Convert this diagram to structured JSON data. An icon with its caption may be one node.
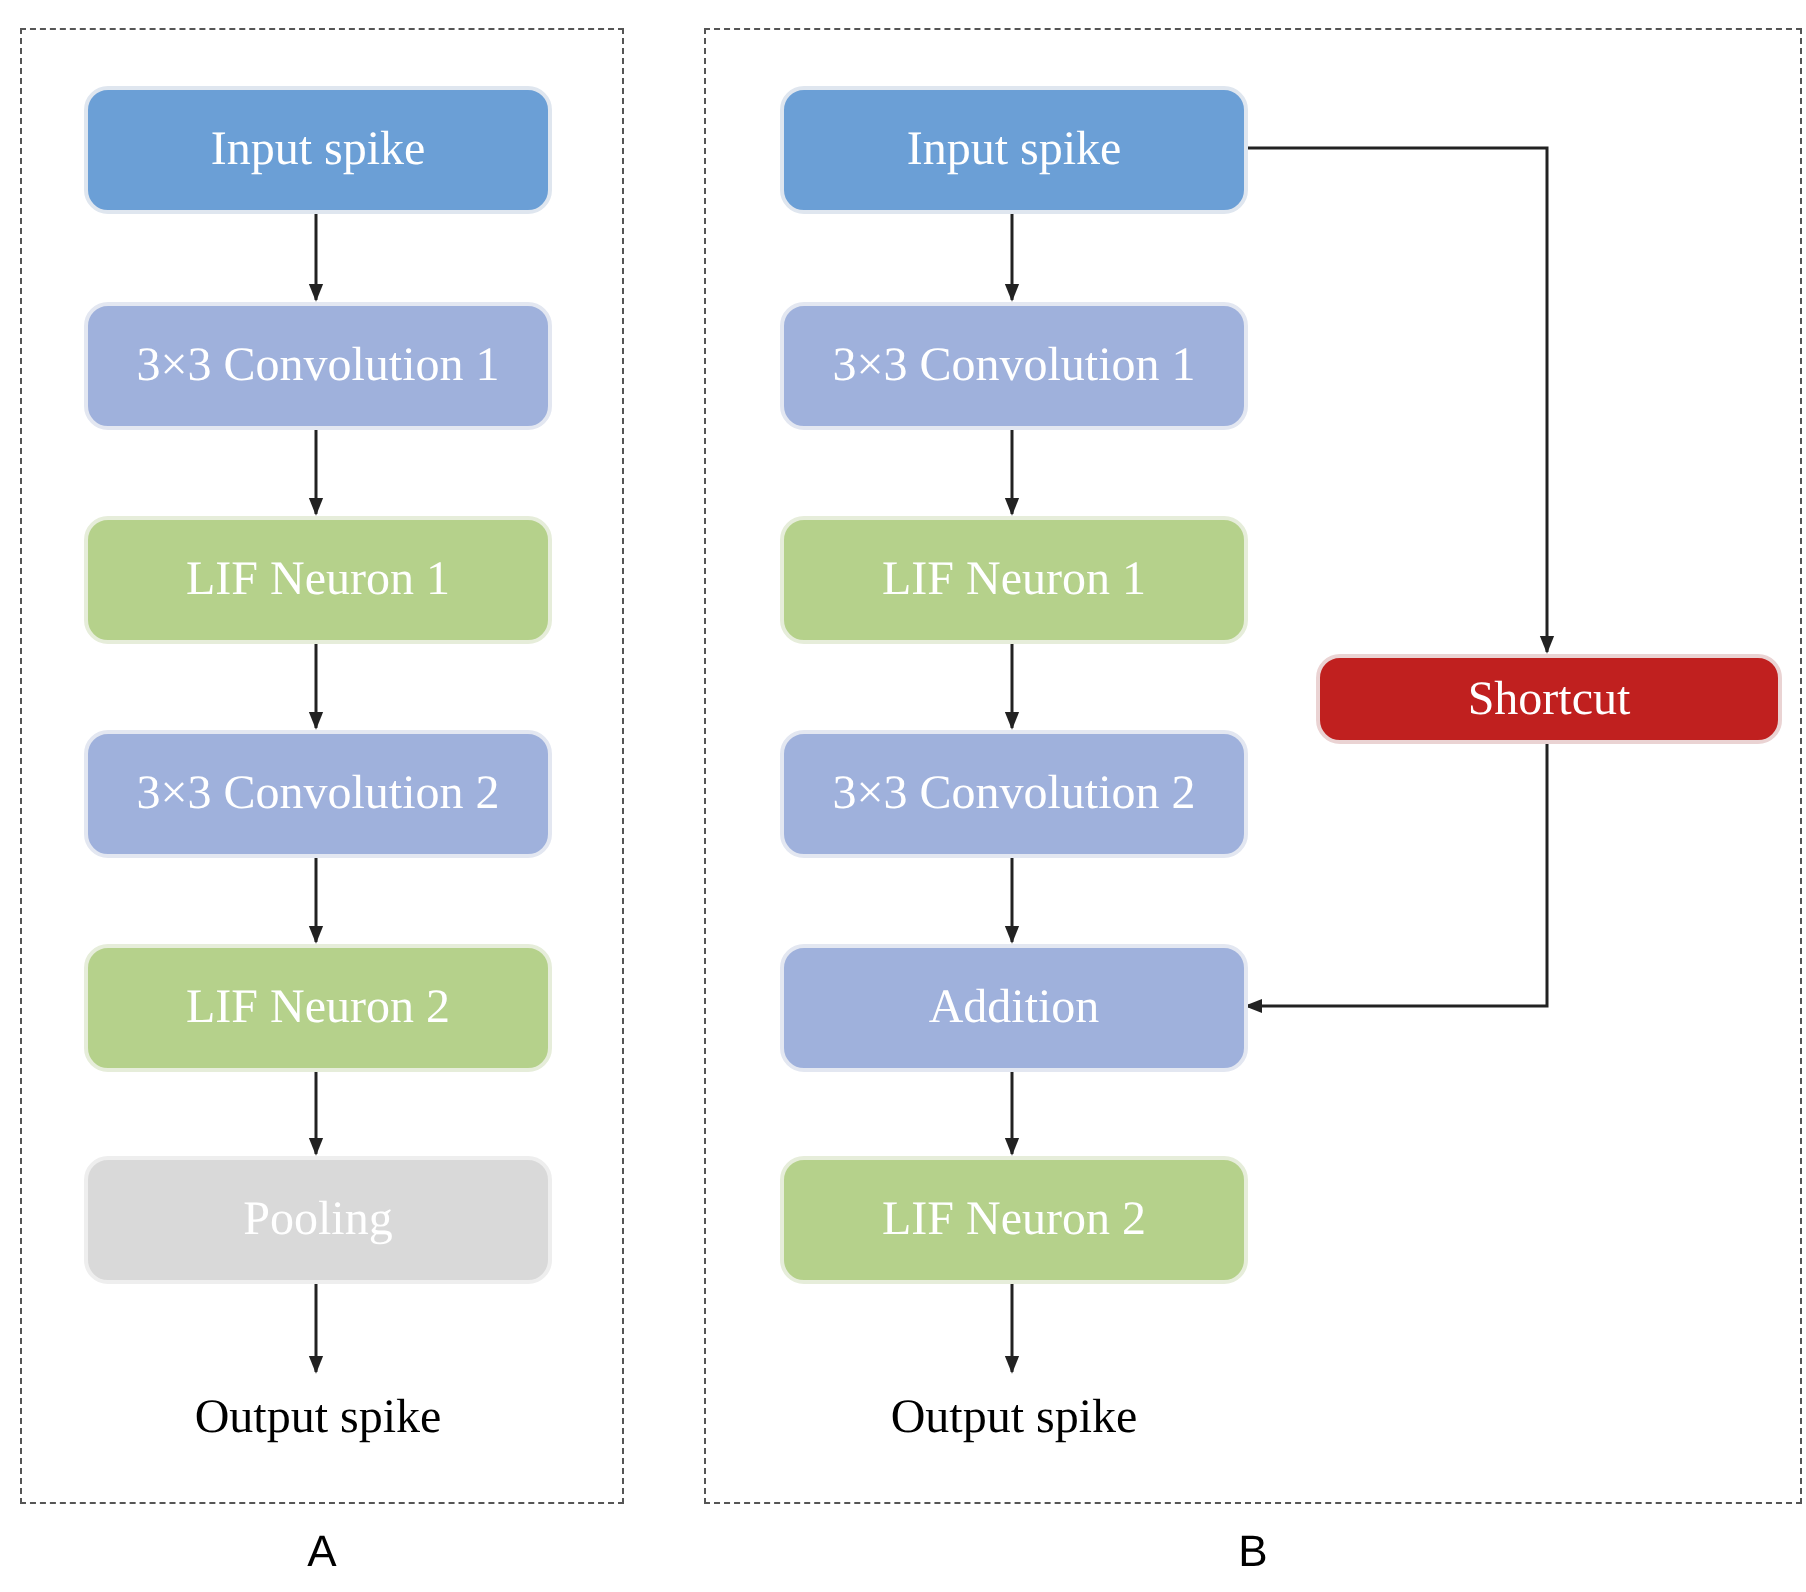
{
  "diagram": {
    "nodes": [
      {
        "text": [
          "A"
        ]
      },
      {
        "text": [
          "Input spike"
        ],
        "in": 0
      },
      {
        "text": [
          "3×3 Convolution 1"
        ],
        "in": 0
      },
      {
        "text": [
          "LIF Neuron 1"
        ],
        "in": 0
      },
      {
        "text": [
          "3×3 Convolution 2"
        ],
        "in": 0
      },
      {
        "text": [
          "LIF Neuron 2"
        ],
        "in": 0
      },
      {
        "text": [
          "Pooling"
        ],
        "in": 0
      },
      {
        "text": [
          "Output spike"
        ],
        "in": 0
      },
      {
        "text": [
          "B"
        ]
      },
      {
        "text": [
          "Input spike"
        ],
        "in": 8
      },
      {
        "text": [
          "3×3 Convolution 1"
        ],
        "in": 8
      },
      {
        "text": [
          "LIF Neuron 1"
        ],
        "in": 8
      },
      {
        "text": [
          "3×3 Convolution 2"
        ],
        "in": 8
      },
      {
        "text": [
          "Addition"
        ],
        "in": 8
      },
      {
        "text": [
          "LIF Neuron 2"
        ],
        "in": 8
      },
      {
        "text": [
          "Output spike"
        ],
        "in": 8
      },
      {
        "text": [
          "Shortcut"
        ],
        "in": 8
      }
    ],
    "edges": [
      {
        "from": 1,
        "to": 2,
        "arrow": "to"
      },
      {
        "from": 2,
        "to": 3,
        "arrow": "to"
      },
      {
        "from": 3,
        "to": 4,
        "arrow": "to"
      },
      {
        "from": 4,
        "to": 5,
        "arrow": "to"
      },
      {
        "from": 5,
        "to": 6,
        "arrow": "to"
      },
      {
        "from": 6,
        "to": 7,
        "arrow": "to"
      },
      {
        "from": 9,
        "to": 10,
        "arrow": "to"
      },
      {
        "from": 10,
        "to": 11,
        "arrow": "to"
      },
      {
        "from": 11,
        "to": 12,
        "arrow": "to"
      },
      {
        "from": 12,
        "to": 13,
        "arrow": "to"
      },
      {
        "from": 13,
        "to": 14,
        "arrow": "to"
      },
      {
        "from": 14,
        "to": 15,
        "arrow": "to"
      },
      {
        "from": 9,
        "to": 16,
        "arrow": "to"
      },
      {
        "from": 16,
        "to": 13,
        "arrow": "to"
      }
    ]
  }
}
